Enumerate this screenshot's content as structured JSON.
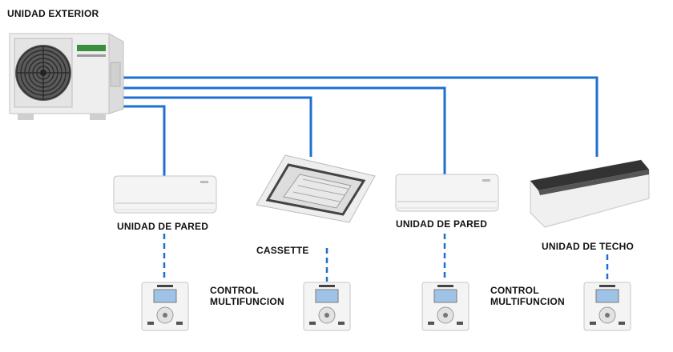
{
  "labels": {
    "outdoor": "UNIDAD EXTERIOR",
    "wall_left": "UNIDAD DE PARED",
    "cassette": "CASSETTE",
    "wall_right": "UNIDAD DE PARED",
    "ceiling": "UNIDAD DE TECHO",
    "control_left_line1": "CONTROL",
    "control_left_line2": "MULTIFUNCION",
    "control_right_line1": "CONTROL",
    "control_right_line2": "MULTIFUNCION"
  },
  "colors": {
    "pipe": "#1f6fd1",
    "unit_body": "#f2f2f2",
    "unit_outline": "#c8c8c8",
    "brand_green": "#3a8f3a",
    "grille_dark": "#3c3c3c",
    "screen_blue": "#9fc3e6"
  }
}
